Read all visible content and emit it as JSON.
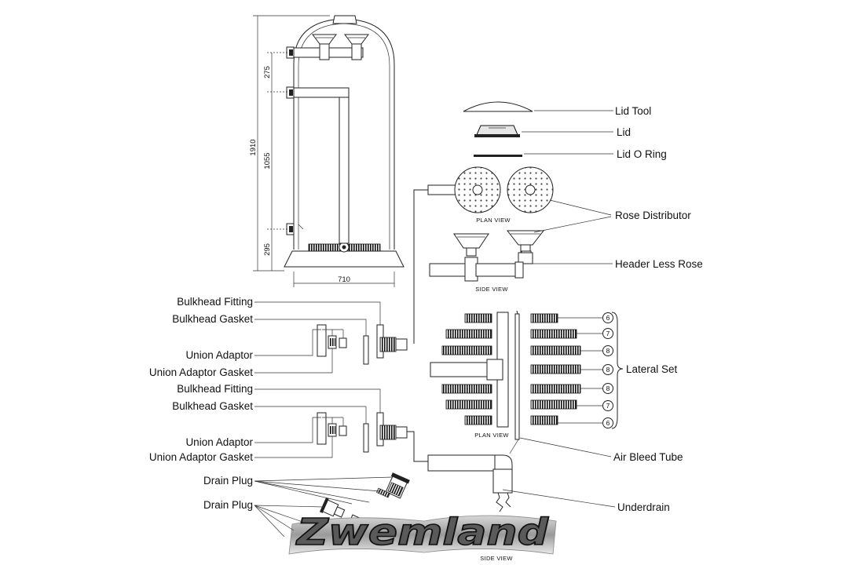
{
  "dimensions": {
    "total_height": "1910",
    "upper": "275",
    "middle": "1055",
    "lower": "295",
    "width": "710"
  },
  "views": {
    "plan_rose": "PLAN VIEW",
    "side_rose": "SIDE VIEW",
    "plan_lateral": "PLAN VIEW",
    "side_underdrain": "SIDE VIEW"
  },
  "labels": {
    "lid_tool": "Lid Tool",
    "lid": "Lid",
    "lid_o_ring": "Lid O Ring",
    "rose_distributor": "Rose Distributor",
    "header_less_rose": "Header Less Rose",
    "lateral_set": "Lateral Set",
    "air_bleed_tube": "Air Bleed Tube",
    "underdrain": "Underdrain",
    "bulkhead_fitting_1": "Bulkhead Fitting",
    "bulkhead_gasket_1": "Bulkhead Gasket",
    "union_adaptor_1": "Union Adaptor",
    "union_adaptor_gasket_1": "Union Adaptor Gasket",
    "bulkhead_fitting_2": "Bulkhead Fitting",
    "bulkhead_gasket_2": "Bulkhead Gasket",
    "union_adaptor_2": "Union Adaptor",
    "union_adaptor_gasket_2": "Union Adaptor Gasket",
    "drain_plug_1": "Drain Plug",
    "drain_plug_2": "Drain Plug"
  },
  "lateral_numbers": [
    "6",
    "7",
    "8",
    "8",
    "8",
    "7",
    "6"
  ],
  "logo": "Zwemland"
}
